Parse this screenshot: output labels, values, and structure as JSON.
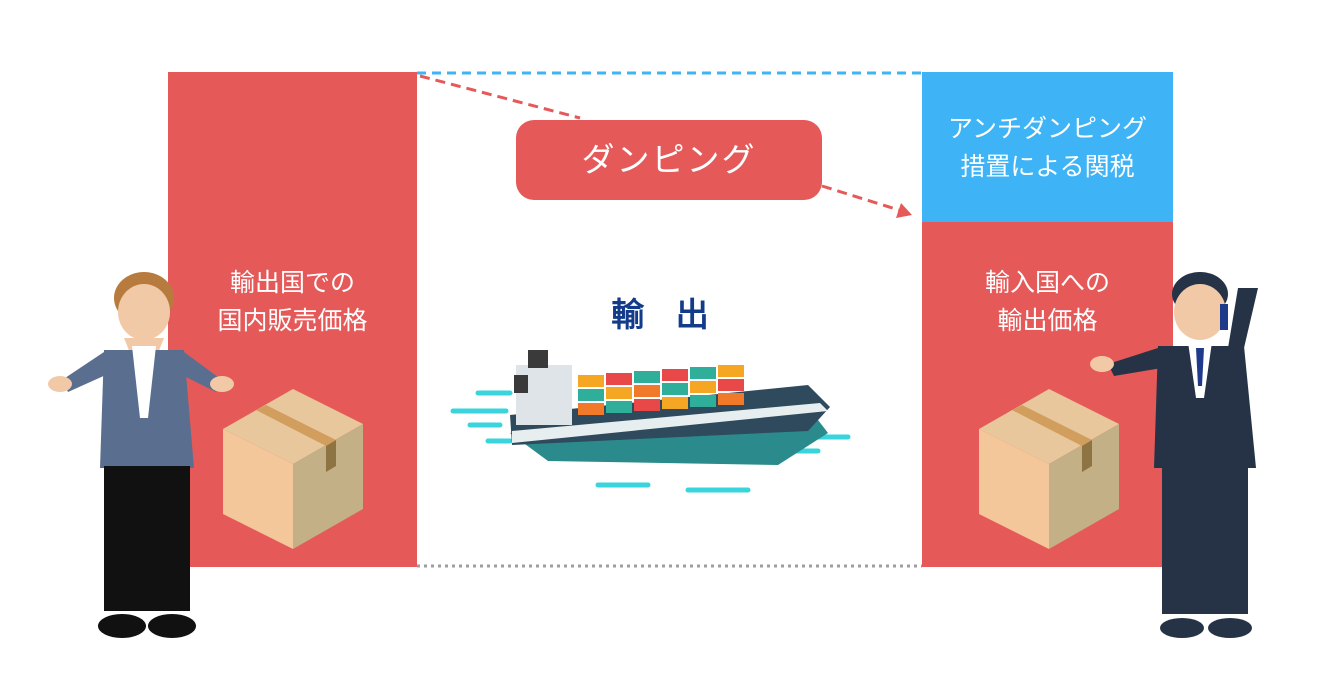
{
  "left_panel": {
    "label": "輸出国での\n国内販売価格"
  },
  "dumping": {
    "label": "ダンピング"
  },
  "center": {
    "label": "輸 出"
  },
  "right_top": {
    "label": "アンチダンピング\n措置による関税"
  },
  "right_bottom": {
    "label": "輸入国への\n輸出価格"
  },
  "colors": {
    "red": "#e55a59",
    "blue": "#3eb4f6",
    "dashed_blue": "#3eb4f6",
    "navy_text": "#123b8a"
  },
  "icons": [
    "businessman-left-icon",
    "cardboard-box-icon",
    "cargo-ship-icon",
    "businessman-phone-right-icon"
  ]
}
